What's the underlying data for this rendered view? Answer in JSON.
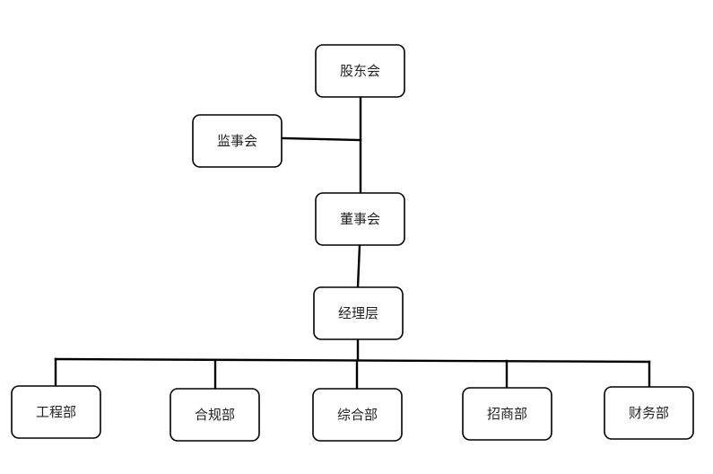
{
  "diagram": {
    "nodes": {
      "shareholders": "股东会",
      "supervisors": "监事会",
      "board": "董事会",
      "management": "经理层",
      "engineering": "工程部",
      "compliance": "合规部",
      "general_affairs": "综合部",
      "investment_promotion": "招商部",
      "finance": "财务部"
    }
  }
}
